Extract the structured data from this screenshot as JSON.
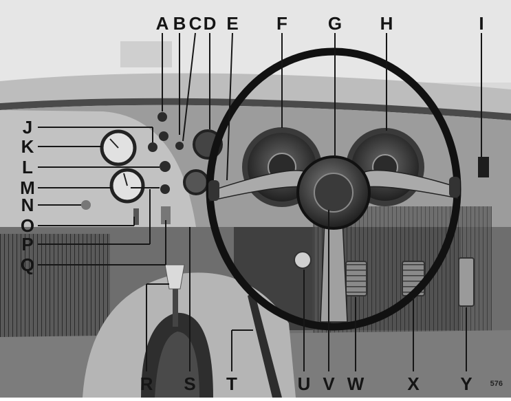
{
  "figure": {
    "number": "576",
    "top_labels": [
      "A",
      "B",
      "C",
      "D",
      "E",
      "F",
      "G",
      "H",
      "I"
    ],
    "left_labels": [
      "J",
      "K",
      "L",
      "M",
      "N",
      "O",
      "P",
      "Q"
    ],
    "bottom_labels": [
      "R",
      "S",
      "T",
      "U",
      "V",
      "W",
      "X",
      "Y"
    ]
  }
}
